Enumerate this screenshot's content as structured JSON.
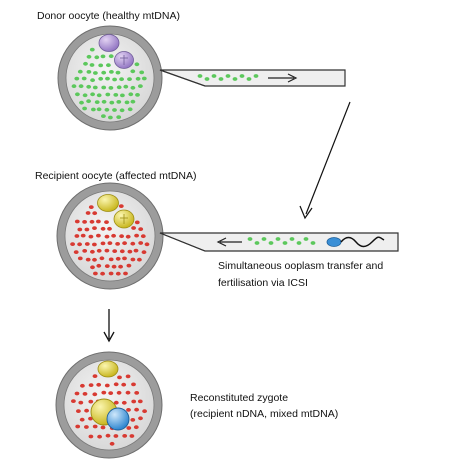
{
  "labels": {
    "donor": "Donor oocyte (healthy mtDNA)",
    "recipient": "Recipient oocyte (affected mtDNA)",
    "transfer_line1": "Simultaneous ooplasm transfer and",
    "transfer_line2": "fertilisation via ICSI",
    "zygote_line1": "Reconstituted zygote",
    "zygote_line2": "(recipient nDNA, mixed mtDNA)"
  },
  "colors": {
    "healthy_mtdna": "#5cc85c",
    "affected_mtdna": "#d83a32",
    "donor_nucleus": "#b79ad6",
    "recipient_nucleus": "#efe24a",
    "sperm": "#3a8fd6",
    "cell_gray": "#9c9c9c",
    "cell_fill": "#e4e4e4",
    "pipette_fill": "#eeeeee"
  },
  "icons": {
    "donor_cell": "cell-icon",
    "recipient_cell": "cell-icon",
    "zygote_cell": "cell-icon",
    "pipette": "micropipette-icon",
    "sperm": "sperm-icon",
    "arrow": "arrow-icon"
  }
}
